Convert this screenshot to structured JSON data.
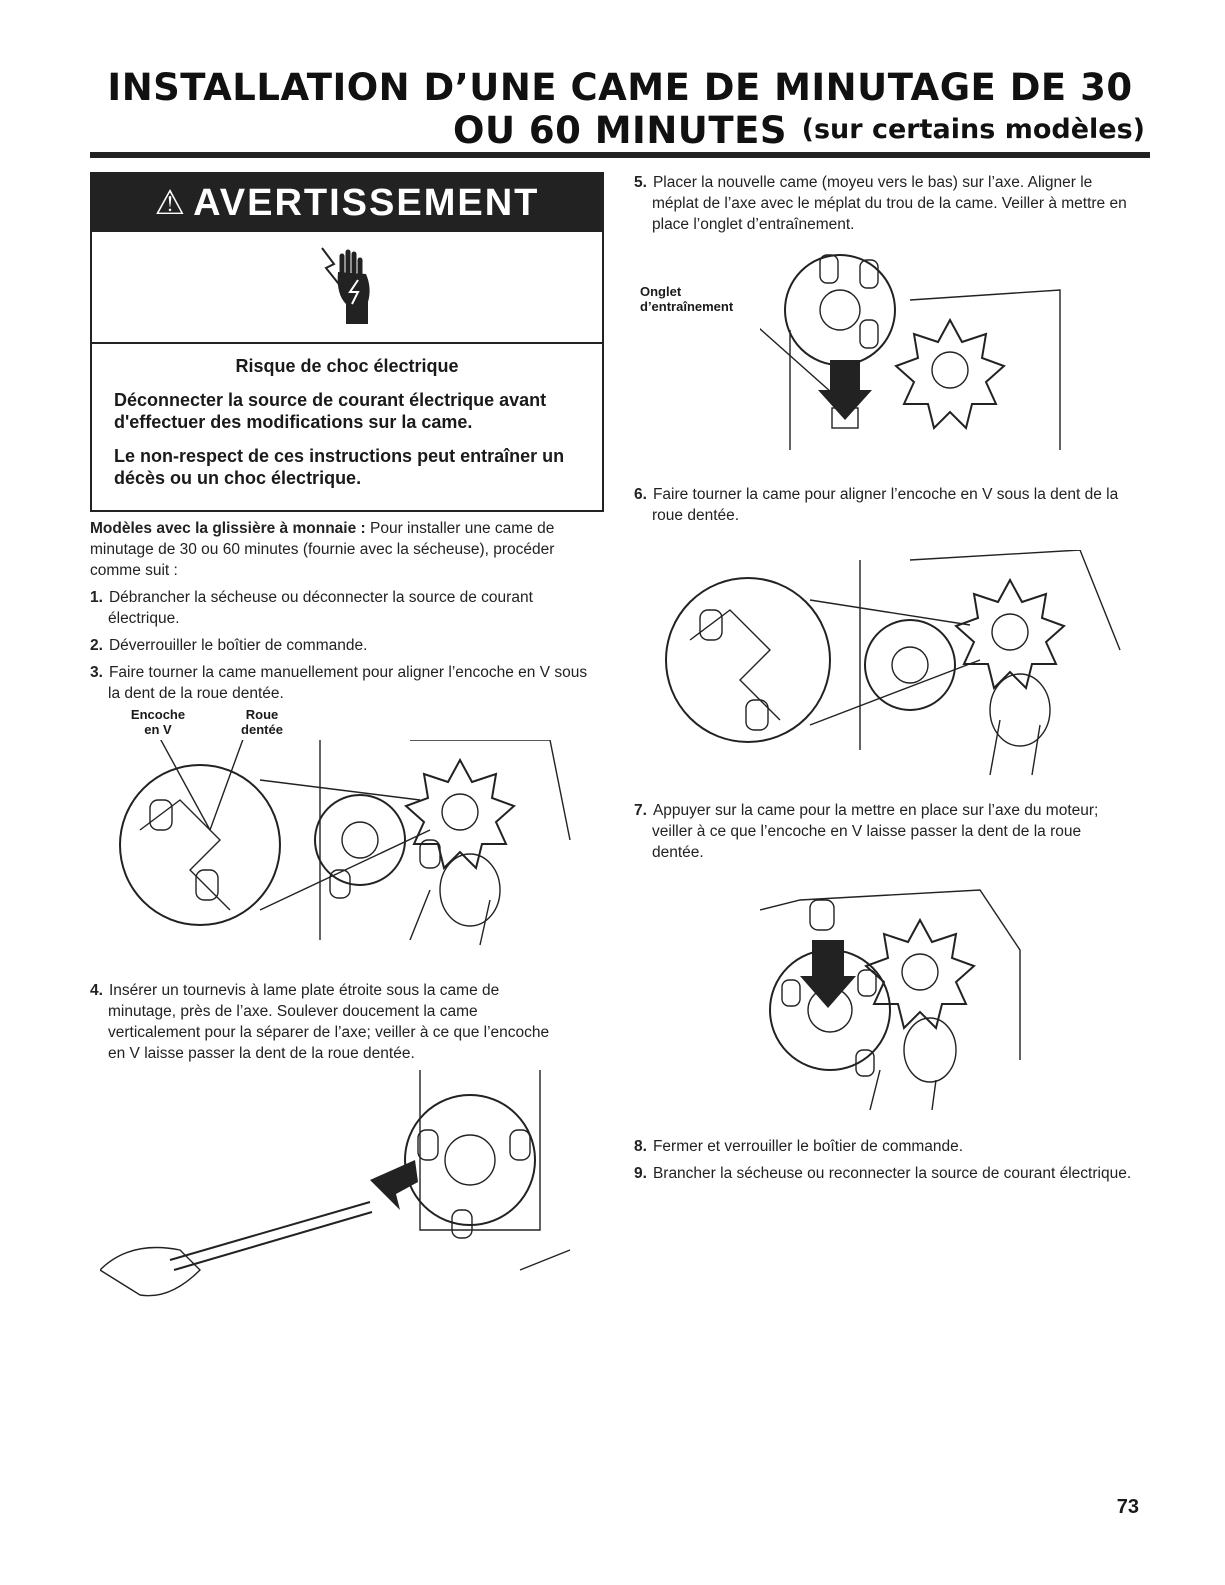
{
  "header": {
    "title": "INSTALLATION D’UNE CAME DE MINUTAGE DE 30 OU 60 MINUTES",
    "subtitle": "(sur certains modèles)"
  },
  "warning": {
    "label": "AVERTISSEMENT",
    "symbol": "⚠",
    "icon": "electric-shock-hand-icon",
    "risk": "Risque de choc électrique",
    "line1": "Déconnecter la source de courant électrique avant d'effectuer des modifications sur la came.",
    "line2": "Le non-respect de ces instructions peut entraîner un décès ou un choc électrique."
  },
  "intro": {
    "lead": "Modèles avec la glissière à monnaie :",
    "text": " Pour installer une came de minutage de 30 ou 60 minutes (fournie avec la sécheuse), procéder comme suit :"
  },
  "steps": [
    {
      "num": "1.",
      "text": "Débrancher la sécheuse ou déconnecter la source de courant électrique."
    },
    {
      "num": "2.",
      "text": "Déverrouiller le boîtier de commande."
    },
    {
      "num": "3.",
      "text": "Faire tourner la came manuellement pour aligner l’encoche en V sous la dent de la roue dentée."
    },
    {
      "num": "4.",
      "text": "Insérer un tournevis à lame plate étroite sous la came de minutage, près de l’axe. Soulever doucement la came verticalement pour la séparer de l’axe; veiller à ce que l’encoche en V laisse passer la dent de la roue dentée."
    },
    {
      "num": "5.",
      "text": "Placer la nouvelle came (moyeu vers le bas) sur l’axe. Aligner le méplat de l’axe avec le méplat du trou de la came. Veiller à mettre en place l’onglet d’entraînement."
    },
    {
      "num": "6.",
      "text": "Faire tourner la came pour aligner l’encoche en V sous la dent de la roue dentée."
    },
    {
      "num": "7.",
      "text": "Appuyer sur la came pour la mettre en place sur l’axe du moteur; veiller à ce que l’encoche en V laisse passer la dent de la roue dentée."
    },
    {
      "num": "8.",
      "text": "Fermer et verrouiller le boîtier de commande."
    },
    {
      "num": "9.",
      "text": "Brancher la sécheuse ou reconnecter la source de courant électrique."
    }
  ],
  "callouts": {
    "encoche": "Encoche\nen V",
    "roue": "Roue\ndentée",
    "onglet": "Onglet\nd’entraînement"
  },
  "footer": {
    "page_number": "73"
  },
  "colors": {
    "text": "#1a1a1a",
    "warning_band": "#222222"
  }
}
